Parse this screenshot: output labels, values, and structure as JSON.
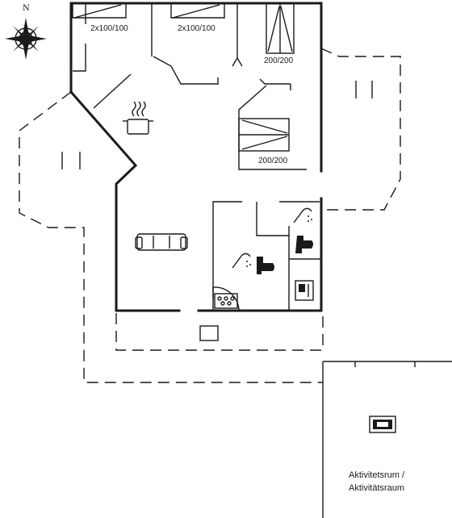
{
  "compass": {
    "north_label": "N"
  },
  "beds": [
    {
      "label": "2x100/100"
    },
    {
      "label": "2x100/100"
    },
    {
      "label": "200/200"
    },
    {
      "label": "200/200"
    }
  ],
  "activity_room": {
    "line1": "Aktivitetsrum /",
    "line2": "Aktivitätsraum"
  },
  "icons": [
    "compass-icon",
    "stove-pot-icon",
    "sofa-icon",
    "shower-icon",
    "toilet-icon",
    "sauna-heater-icon",
    "washing-machine-icon",
    "billiard-table-icon",
    "door-swing-icon",
    "terrace-furniture-icon"
  ]
}
